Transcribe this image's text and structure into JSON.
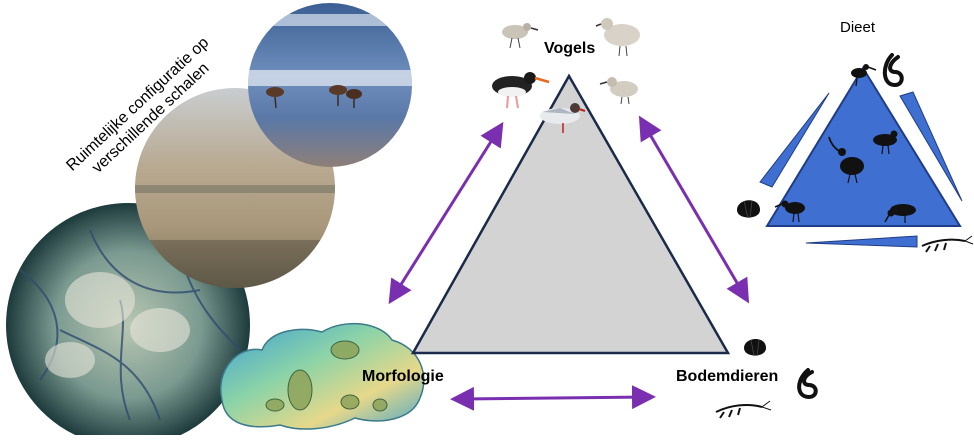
{
  "labels": {
    "vogels": "Vogels",
    "morfologie": "Morfologie",
    "bodemdieren": "Bodemdieren",
    "dieet": "Dieet",
    "scales_line1": "Ruimtelijke configuratie op",
    "scales_line2": "verschillende schalen"
  },
  "colors": {
    "triangle_fill": "#d3d3d3",
    "triangle_stroke": "#1b2a4a",
    "arrow": "#7a2fb0",
    "diet_fill": "#3f6fd1",
    "diet_stroke": "#1f3d86"
  }
}
